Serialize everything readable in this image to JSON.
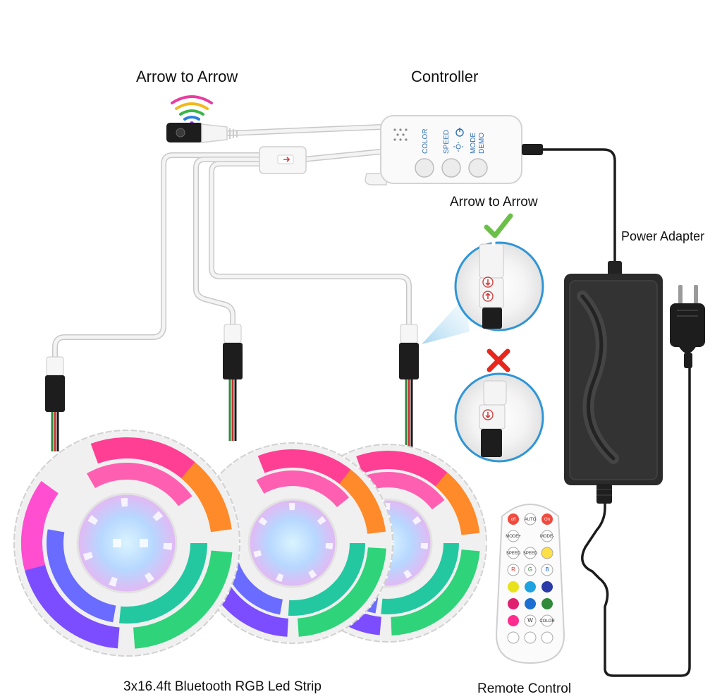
{
  "labels": {
    "arrow_top": "Arrow to Arrow",
    "controller": "Controller",
    "arrow_right": "Arrow to Arrow",
    "power_adapter": "Power Adapter",
    "strip": "3x16.4ft Bluetooth RGB Led Strip",
    "remote": "Remote Control"
  },
  "controller": {
    "buttons": [
      "COLOR",
      "SPEED",
      "MODE"
    ],
    "sub_labels": [
      "DEMO"
    ]
  },
  "remote": {
    "keys": [
      "off",
      "AUTO",
      "On",
      "MODE+",
      "MODE-",
      "SPEED",
      "SPEED",
      "R",
      "G",
      "B",
      "W",
      "COLOR"
    ]
  },
  "colors": {
    "cable": "#f2f2f2",
    "cable_edge": "#c8c8c8",
    "adapter": "#2b2b2b",
    "check": "#6cc04a",
    "cross": "#e8261c",
    "callout_ring": "#2f95d6"
  }
}
